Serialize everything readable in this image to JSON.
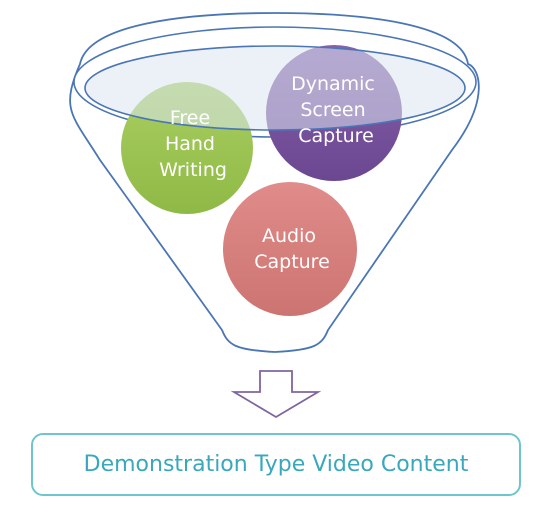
{
  "funnel": {
    "items": [
      {
        "lines": [
          "Free",
          "Hand",
          "Writing"
        ],
        "color": "#9bc54d"
      },
      {
        "lines": [
          "Dynamic",
          "Screen",
          "Capture"
        ],
        "color": "#7b55a0"
      },
      {
        "lines": [
          "Audio",
          "Capture"
        ],
        "color": "#d9817f"
      }
    ],
    "outline_color": "#4a76b6",
    "rim_fill_color": "#dde6f1"
  },
  "arrow": {
    "icon": "down-arrow-icon",
    "color": "#8064a2"
  },
  "result": {
    "label": "Demonstration Type Video Content",
    "border_color": "#6fc5cf",
    "text_color": "#39a8bd"
  }
}
